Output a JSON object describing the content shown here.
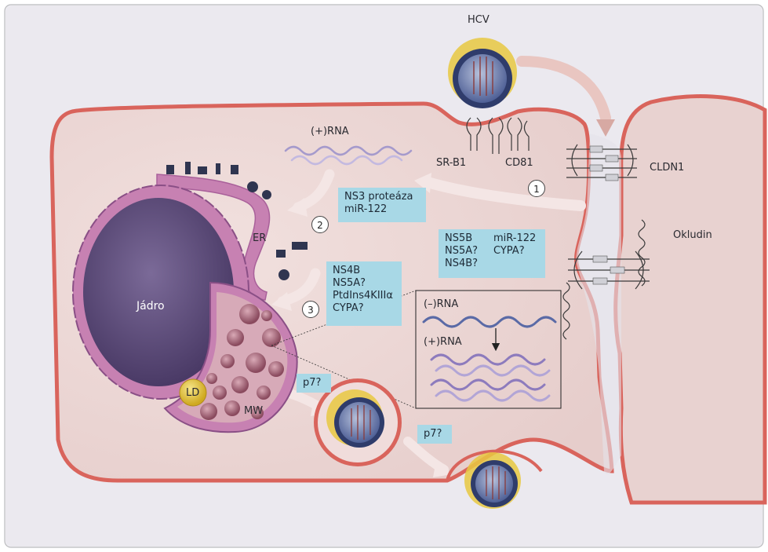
{
  "labels": {
    "hcv": "HCV",
    "rna_plus_top": "(+)RNA",
    "sr_b1": "SR-B1",
    "cd81": "CD81",
    "cldn1": "CLDN1",
    "okludin": "Okludin",
    "er": "ER",
    "jadro": "Jádro",
    "ld": "LD",
    "mw": "MW",
    "rna_minus": "(–)RNA",
    "rna_plus_inset": "(+)RNA"
  },
  "steps": [
    "1",
    "2",
    "3"
  ],
  "boxes": {
    "ns3": [
      "NS3 proteáza",
      "miR-122"
    ],
    "ns5b": [
      "NS5B",
      "NS5A?",
      "NS4B?"
    ],
    "mir122_right": [
      "miR-122",
      "CYPA?"
    ],
    "ns4b": [
      "NS4B",
      "NS5A?",
      "PtdIns4KIIIα",
      "CYPA?"
    ],
    "p7_a": "p7?",
    "p7_b": "p7?"
  },
  "colors": {
    "cell_fill": "#ecd6d4",
    "membrane": "#d9645c",
    "nucleus": "#5e4a7e",
    "er": "#c781b2",
    "info_box": "#a8d8e6",
    "virion_core": "#4f6096",
    "lipid_droplet": "#e8c841"
  }
}
